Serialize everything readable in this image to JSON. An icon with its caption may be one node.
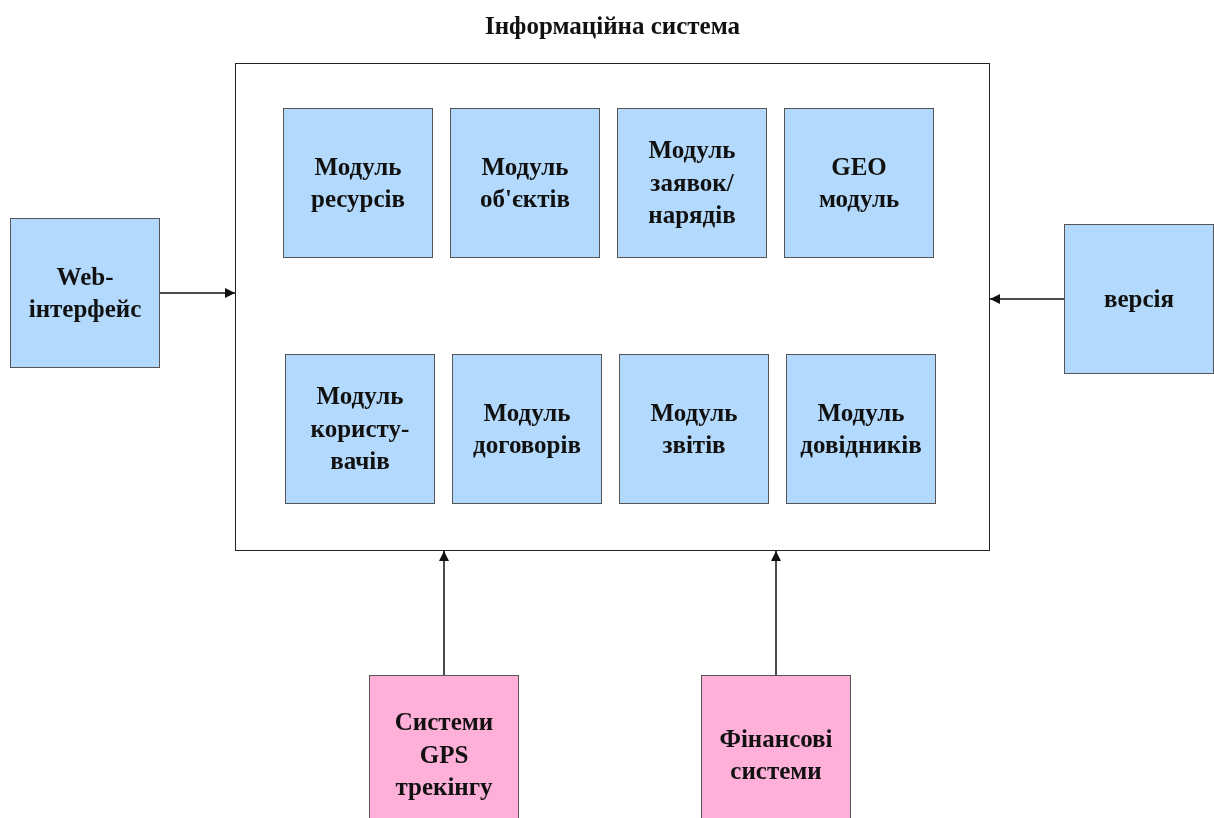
{
  "diagram": {
    "nodes": [
      {
        "text": [
          "Інформаційна система"
        ]
      },
      {
        "text": [
          "Модуль ресурсів"
        ],
        "in": 0
      },
      {
        "text": [
          "Модуль об'єктів"
        ],
        "in": 0
      },
      {
        "text": [
          "Модуль заявок/ нарядів"
        ],
        "in": 0
      },
      {
        "text": [
          "GEO модуль"
        ],
        "in": 0
      },
      {
        "text": [
          "Модуль користу- вачів"
        ],
        "in": 0
      },
      {
        "text": [
          "Модуль договорів"
        ],
        "in": 0
      },
      {
        "text": [
          "Модуль звітів"
        ],
        "in": 0
      },
      {
        "text": [
          "Модуль довідників"
        ],
        "in": 0
      },
      {
        "text": [
          "Web- інтерфейс"
        ]
      },
      {
        "text": [
          "версія"
        ]
      },
      {
        "text": [
          "Системи GPS трекінгу"
        ]
      },
      {
        "text": [
          "Фінансові системи"
        ]
      }
    ],
    "edges": [
      {
        "from": 9,
        "to": 0,
        "arrow": "to"
      },
      {
        "from": 10,
        "to": 0,
        "arrow": "to"
      },
      {
        "from": 11,
        "to": 0,
        "arrow": "to"
      },
      {
        "from": 12,
        "to": 0,
        "arrow": "to"
      }
    ]
  }
}
